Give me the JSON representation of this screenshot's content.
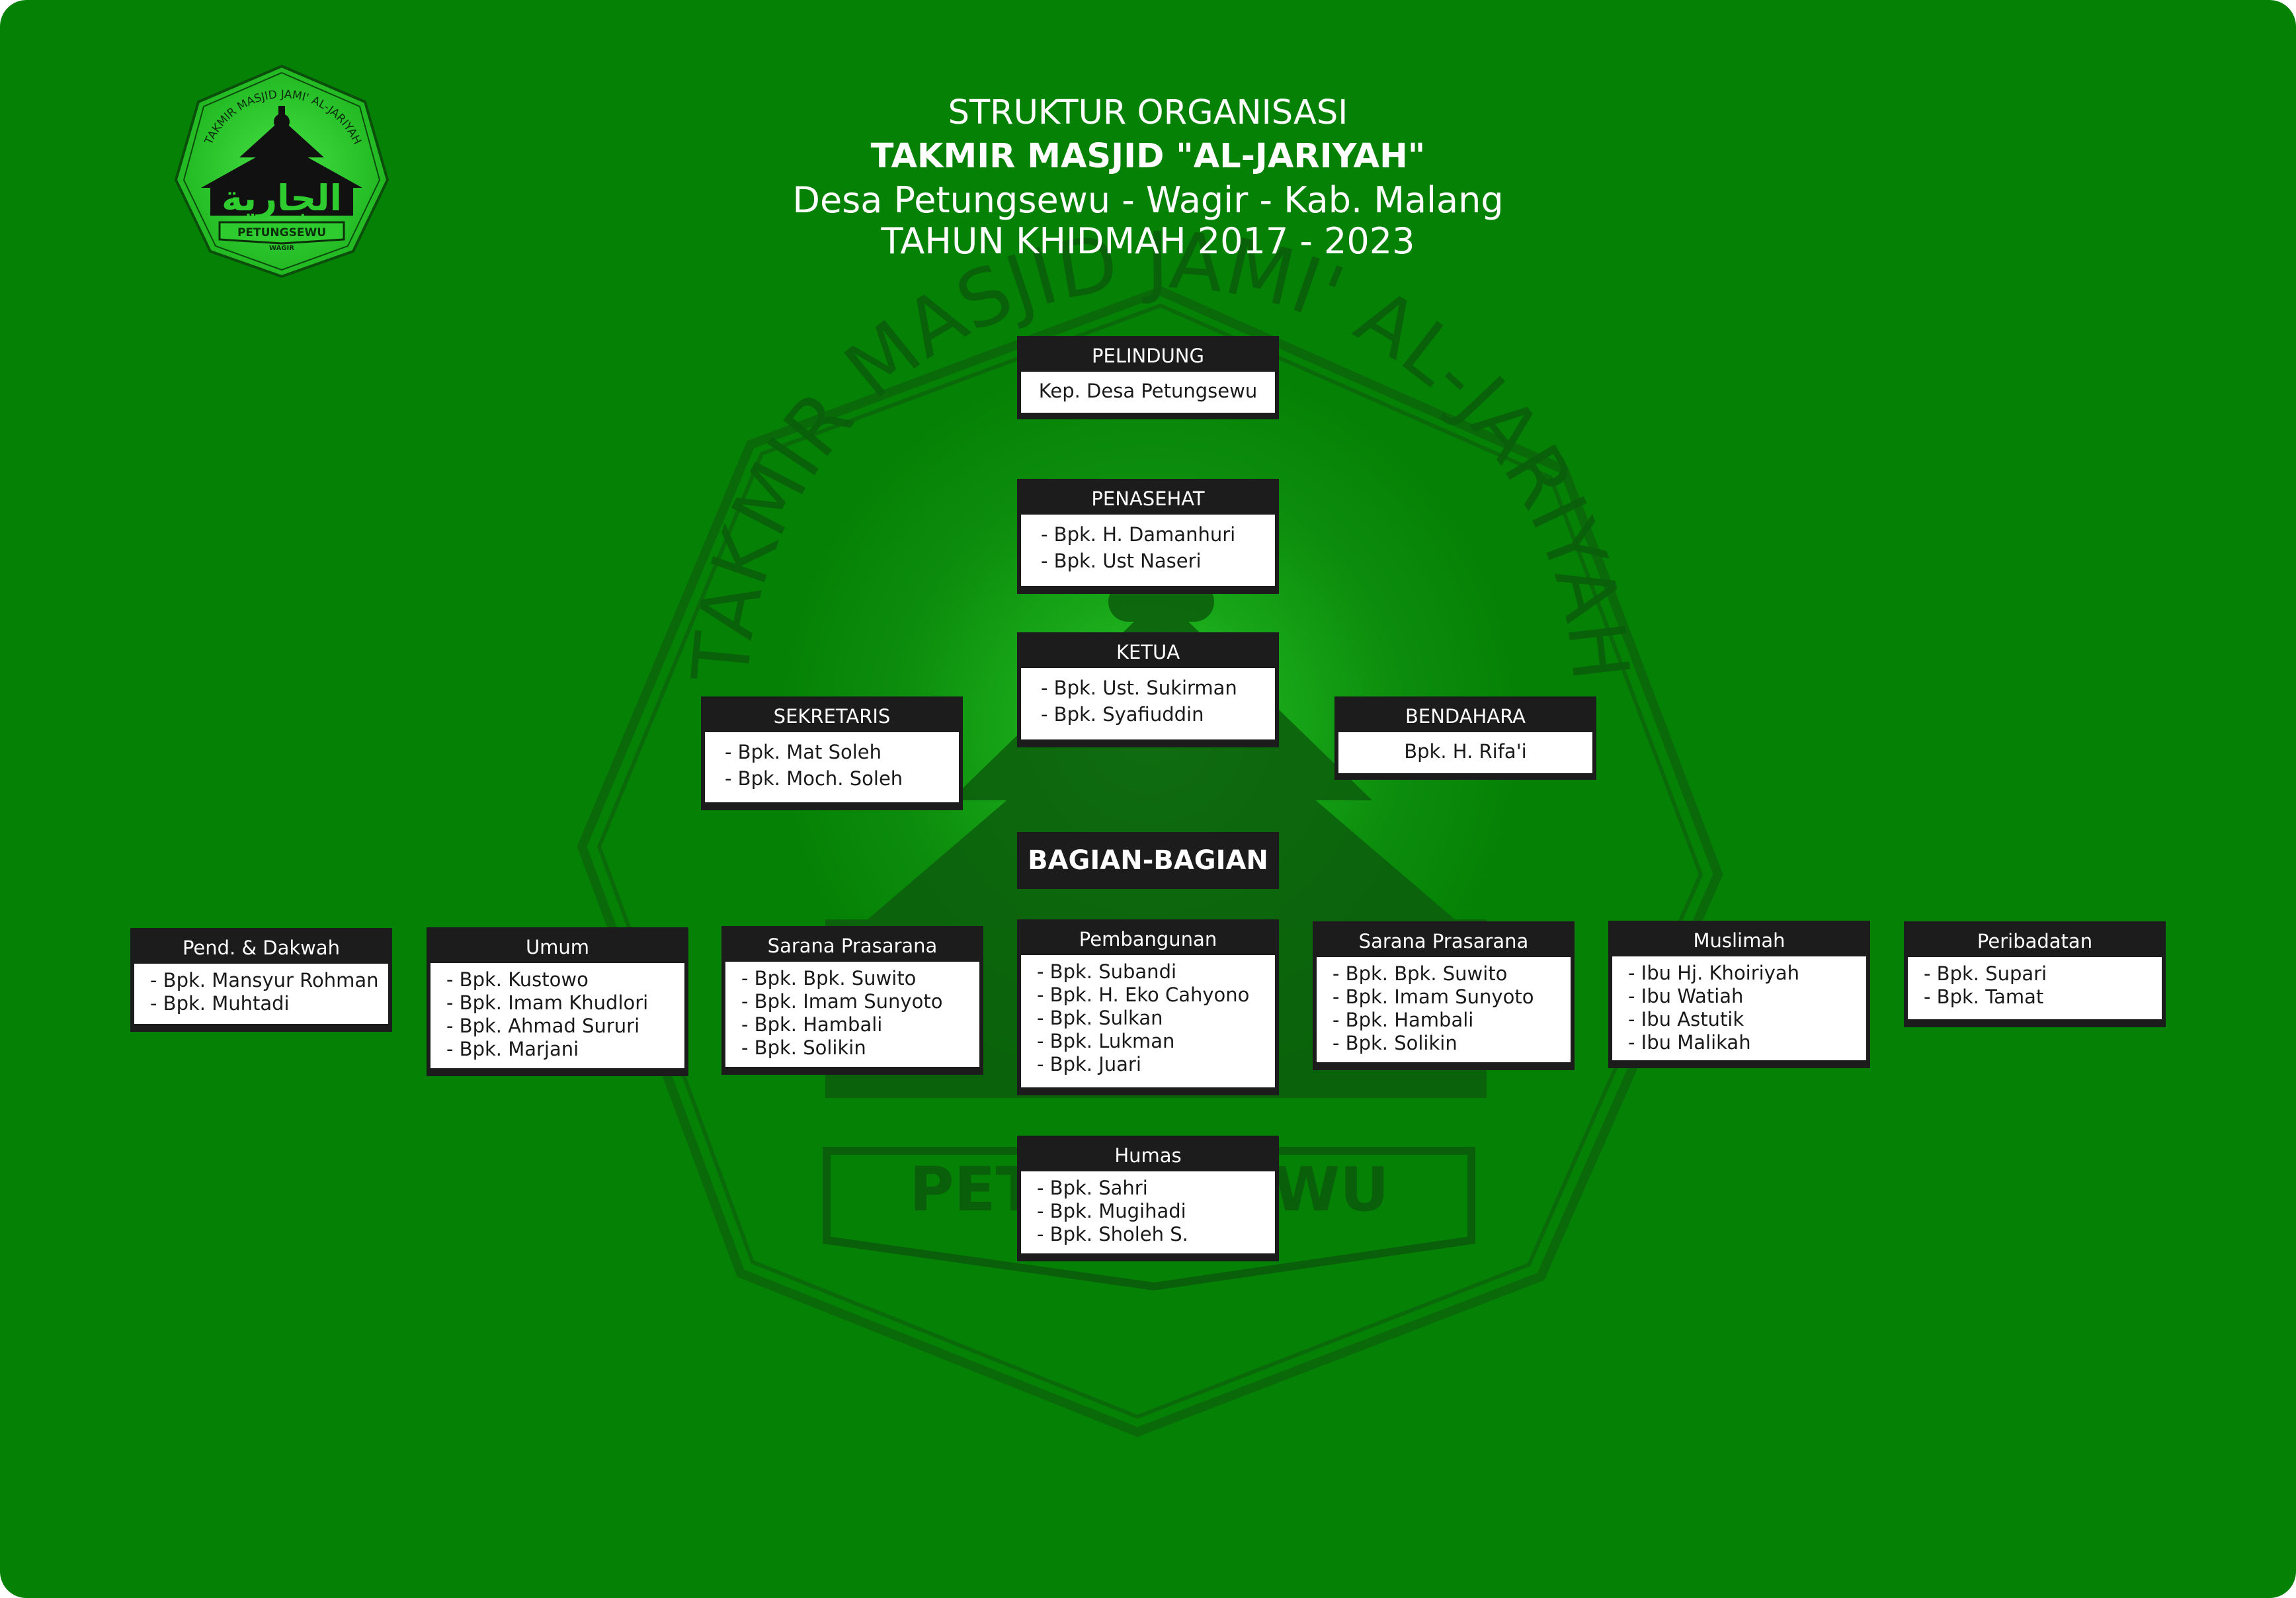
{
  "header": {
    "line1": "STRUKTUR ORGANISASI",
    "line2": "TAKMIR MASJID \"AL-JARIYAH\"",
    "line3": "Desa Petungsewu - Wagir - Kab. Malang",
    "line4": "TAHUN KHIDMAH 2017 - 2023"
  },
  "logo": {
    "arc_text": "TAKMIR MASJID JAMI' AL-JARIYAH",
    "arabic_text": "الجارية",
    "banner_text": "PETUNGSEWU",
    "sub_text": "WAGIR"
  },
  "watermark": {
    "arc_text": "TAKMIR MASJID JAMI' AL-JARIYAH",
    "banner_text": "PETUNGSEWU",
    "sub_text": "WAGIR"
  },
  "colors": {
    "background": "#058205",
    "logo_green": "#2ecc2e",
    "box_dark": "#1c1c1c",
    "watermark": "#0a5f0a"
  },
  "pelindung": {
    "title": "PELINDUNG",
    "members": [
      "Kep. Desa Petungsewu"
    ]
  },
  "penasehat": {
    "title": "PENASEHAT",
    "members": [
      "- Bpk. H. Damanhuri",
      "- Bpk. Ust Naseri"
    ]
  },
  "ketua": {
    "title": "KETUA",
    "members": [
      "- Bpk. Ust. Sukirman",
      "- Bpk. Syafiuddin"
    ]
  },
  "sekretaris": {
    "title": "SEKRETARIS",
    "members": [
      "- Bpk. Mat Soleh",
      "- Bpk. Moch. Soleh"
    ]
  },
  "bendahara": {
    "title": "BENDAHARA",
    "members": [
      "Bpk. H. Rifa'i"
    ]
  },
  "bagian_label": "BAGIAN-BAGIAN",
  "bagian": [
    {
      "title": "Pend. & Dakwah",
      "members": [
        "- Bpk. Mansyur Rohman",
        "- Bpk. Muhtadi"
      ]
    },
    {
      "title": "Umum",
      "members": [
        "- Bpk. Kustowo",
        "- Bpk. Imam Khudlori",
        "- Bpk. Ahmad Sururi",
        "- Bpk. Marjani"
      ]
    },
    {
      "title": "Sarana Prasarana",
      "members": [
        "- Bpk. Bpk. Suwito",
        "- Bpk. Imam Sunyoto",
        "- Bpk. Hambali",
        "- Bpk. Solikin"
      ]
    },
    {
      "title": "Pembangunan",
      "members": [
        "- Bpk. Subandi",
        "- Bpk. H. Eko Cahyono",
        "- Bpk. Sulkan",
        "- Bpk. Lukman",
        "- Bpk. Juari"
      ]
    },
    {
      "title": "Sarana Prasarana",
      "members": [
        "- Bpk. Bpk. Suwito",
        "- Bpk. Imam Sunyoto",
        "- Bpk. Hambali",
        "- Bpk. Solikin"
      ]
    },
    {
      "title": "Muslimah",
      "members": [
        "- Ibu Hj. Khoiriyah",
        "- Ibu Watiah",
        "- Ibu Astutik",
        "- Ibu Malikah"
      ]
    },
    {
      "title": "Peribadatan",
      "members": [
        "- Bpk. Supari",
        "- Bpk. Tamat"
      ]
    },
    {
      "title": "Humas",
      "members": [
        "- Bpk. Sahri",
        "- Bpk. Mugihadi",
        "- Bpk. Sholeh S."
      ]
    }
  ]
}
